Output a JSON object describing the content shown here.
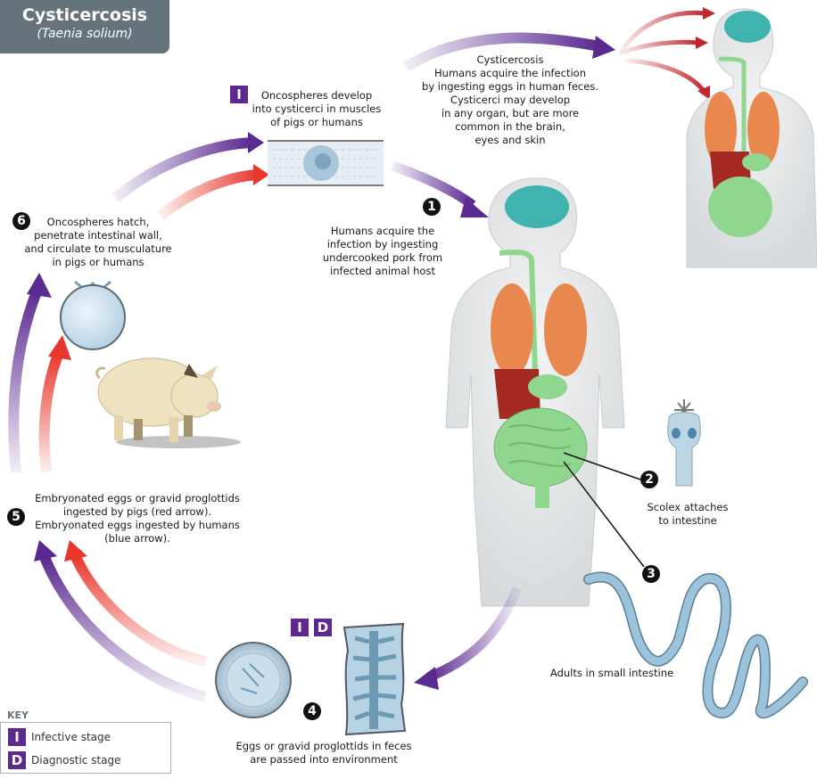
{
  "title": {
    "main": "Cysticercosis",
    "subtitle": "(Taenia solium)"
  },
  "steps": [
    {
      "number": "1",
      "text_lines": [
        "Humans acquire the",
        "infection by ingesting",
        "undercooked pork from",
        "infected animal host"
      ]
    },
    {
      "number": "2",
      "text_lines": [
        "Scolex attaches",
        "to intestine"
      ]
    },
    {
      "number": "3",
      "text_lines": [
        "Adults in small intestine"
      ]
    },
    {
      "number": "4",
      "text_lines": [
        "Eggs or gravid proglottids in feces",
        "are passed into environment"
      ]
    },
    {
      "number": "5",
      "text_lines": [
        "Embryonated eggs or gravid proglottids",
        "ingested by pigs (red arrow).",
        "Embryonated eggs ingested by humans",
        "(blue arrow)."
      ]
    },
    {
      "number": "6",
      "text_lines": [
        "Oncospheres hatch,",
        "penetrate intestinal wall,",
        "and circulate to musculature",
        "in pigs or humans"
      ]
    }
  ],
  "cysticerci_note": {
    "badge": "I",
    "text_lines": [
      "Oncospheres develop",
      "into cysticerci in muscles",
      "of pigs or humans"
    ]
  },
  "cysticercosis_note": {
    "text_lines": [
      "Cysticercosis",
      "Humans acquire the infection",
      "by ingesting eggs in human feces.",
      "Cysticerci may develop",
      "in any organ, but are more",
      "common in the brain,",
      "eyes and skin"
    ]
  },
  "stage4_badges": [
    "I",
    "D"
  ],
  "key": {
    "title": "KEY",
    "items": [
      {
        "badge": "I",
        "label": "Infective stage"
      },
      {
        "badge": "D",
        "label": "Diagnostic stage"
      }
    ]
  },
  "colors": {
    "purple_arrow": "#5b2a91",
    "red_arrow": "#e8382e",
    "badge": "#5c2a8e",
    "title_bg": "#66737b",
    "brain": "#3fb3ad",
    "lungs": "#e8874e",
    "intestine": "#8fd68f",
    "liver": "#a52a24",
    "worm": "#9cc3dc",
    "body": "#e9ebec"
  },
  "icons": {
    "pig": "pig-illustration",
    "human": "human-anatomy-illustration",
    "egg": "egg-illustration",
    "proglottid": "proglottid-illustration",
    "cyst": "cyst-illustration",
    "scolex": "scolex-illustration",
    "tapeworm": "adult-tapeworm-illustration"
  }
}
